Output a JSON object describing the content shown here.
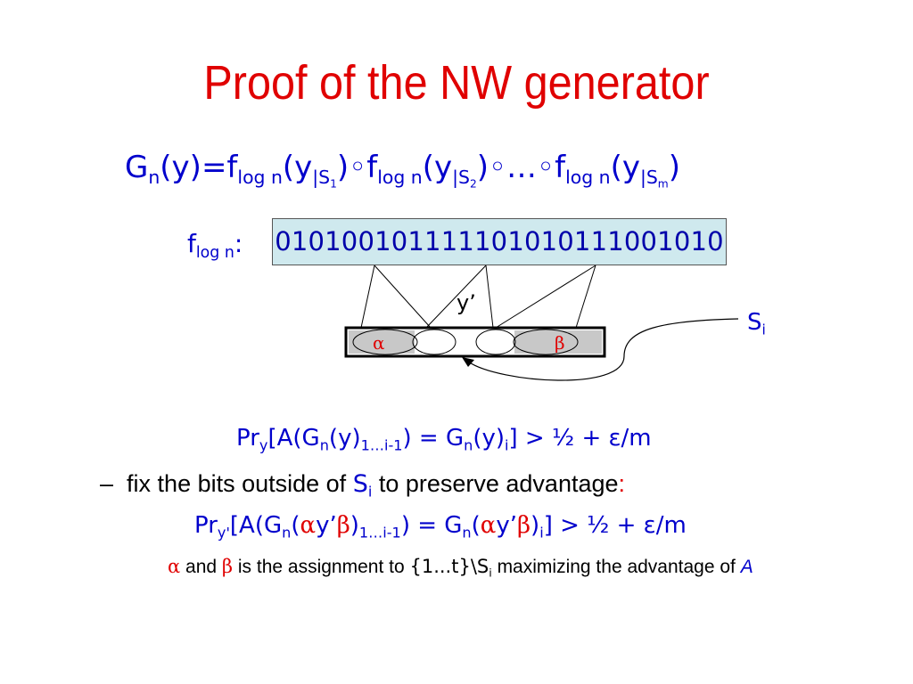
{
  "slide": {
    "title": "Proof of the NW generator"
  },
  "equation": {
    "G": "G",
    "n1": "n",
    "mid1": "(y)=f",
    "log_n": "log n",
    "open": "(y",
    "sub_bar": "|S",
    "s1": "1",
    "close_comp": ")◦f",
    "s2": "2",
    "tail": ")◦…◦f",
    "sm": "m",
    "end": ")"
  },
  "function_box": {
    "label_f": "f",
    "label_sub": "log n",
    "label_colon": ":",
    "bits": "010100101111101010111001010"
  },
  "diagram": {
    "y_prime": "y’",
    "alpha": "α",
    "beta": "β",
    "si_label": "S",
    "si_sub": "i"
  },
  "probability_1": {
    "pr": "Pr",
    "pr_sub": "y",
    "a_open": "[A(G",
    "n": "n",
    "y": "(y)",
    "range": "1…i-1",
    "eq": ") = G",
    "n2": "n",
    "yi": "(y)",
    "i": "i",
    "rhs": "]  > ½ + ε/m"
  },
  "bullet": {
    "dash": "–",
    "text": "fix the bits outside of ",
    "s": "S",
    "s_sub": "i",
    "text2": " to preserve advantage",
    "colon": ":"
  },
  "probability_2": {
    "pr": "Pr",
    "pr_sub": "y'",
    "a_open": "[A(G",
    "n": "n",
    "paren": "(",
    "alpha": "α",
    "yp": "y’",
    "beta": "β",
    "close": ")",
    "range": "1…i-1",
    "eq": ") = G",
    "n2": "n",
    "paren2": "(",
    "alpha2": "α",
    "yp2": "y’",
    "beta2": "β",
    "close2": ")",
    "i": "i",
    "rhs": "]  > ½ + ε/m"
  },
  "note": {
    "alpha": "α",
    "and": " and ",
    "beta": "β",
    "text": " is the assignment to ",
    "set": "{1...t}\\S",
    "set_sub": "i",
    "text2": " maximizing the advantage of ",
    "A": "A"
  },
  "colors": {
    "title": "#e00000",
    "math": "#0000cc",
    "box_fill": "#cfe9ee",
    "shaded": "#c8c8c8"
  }
}
